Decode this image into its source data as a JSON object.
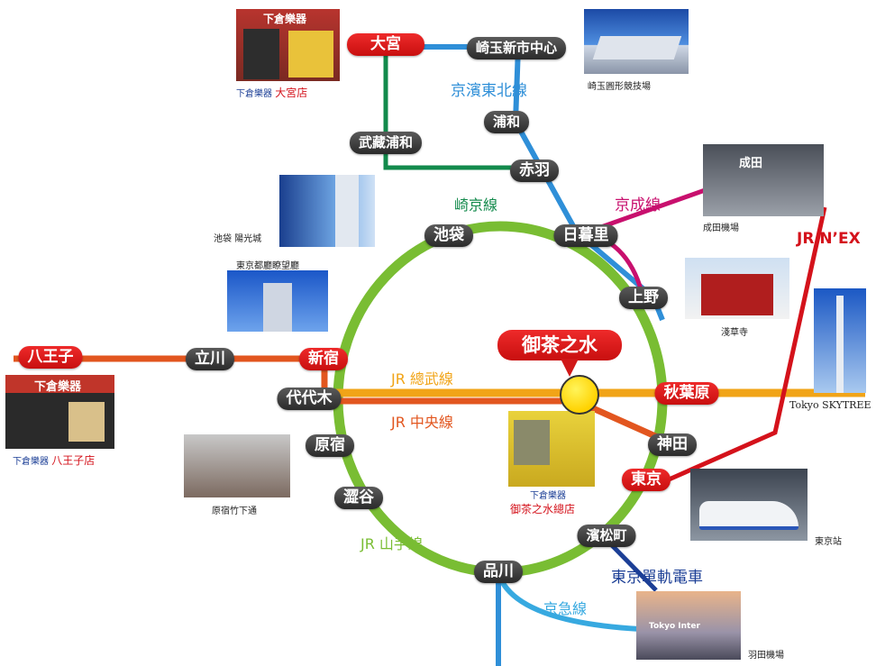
{
  "stations": {
    "omiya": "大宮",
    "saitama_shintoshin": "崎玉新市中心",
    "urawa": "浦和",
    "musashi_urawa": "武藏浦和",
    "akabane": "赤羽",
    "ikebukuro": "池袋",
    "nippori": "日暮里",
    "ueno": "上野",
    "hachioji": "八王子",
    "tachikawa": "立川",
    "shinjuku": "新宿",
    "yoyogi": "代代木",
    "akihabara": "秋葉原",
    "harajuku": "原宿",
    "kanda": "神田",
    "tokyo": "東京",
    "shibuya": "澀谷",
    "hamamatsucho": "濱松町",
    "shinagawa": "品川"
  },
  "highlight": {
    "label": "御茶之水"
  },
  "lines": {
    "keihin_tohoku": {
      "label": "京濱東北線",
      "color": "#2f8fd8"
    },
    "saikyo": {
      "label": "崎京線",
      "color": "#138a4c"
    },
    "keisei": {
      "label": "京成線",
      "color": "#c8106e"
    },
    "nex": {
      "label": "JR N’EX",
      "color": "#d4121b"
    },
    "sobu": {
      "label": "JR 總武線",
      "color": "#f1a417"
    },
    "chuo": {
      "label": "JR 中央線",
      "color": "#e2561f"
    },
    "yamanote": {
      "label": "JR 山手線",
      "color": "#79bd33"
    },
    "monorail": {
      "label": "東京單軌電車",
      "color": "#1c3f96"
    },
    "keikyu": {
      "label": "京急線",
      "color": "#37a9e0"
    }
  },
  "photos": {
    "omiya_store": {
      "sign": "下倉樂器",
      "prefix": "下倉樂器",
      "caption": "大宮店"
    },
    "saitama_arena": {
      "caption": "崎玉圓形競技場"
    },
    "narita": {
      "sign": "成田",
      "caption": "成田機場"
    },
    "sunshine": {
      "caption": "池袋 陽光城"
    },
    "tocho": {
      "caption": "東京都廳瞭望廳"
    },
    "sensoji": {
      "caption": "淺草寺"
    },
    "skytree": {
      "caption": "Tokyo SKYTREE"
    },
    "hachioji_store": {
      "sign": "下倉樂器",
      "prefix": "下倉樂器",
      "caption": "八王子店"
    },
    "takeshita": {
      "caption": "原宿竹下通"
    },
    "ocha_store": {
      "prefix": "下倉樂器",
      "caption": "御茶之水總店"
    },
    "tokyo_station": {
      "caption": "東京站"
    },
    "haneda": {
      "sign": "Tokyo Inter",
      "caption": "羽田機場"
    }
  }
}
